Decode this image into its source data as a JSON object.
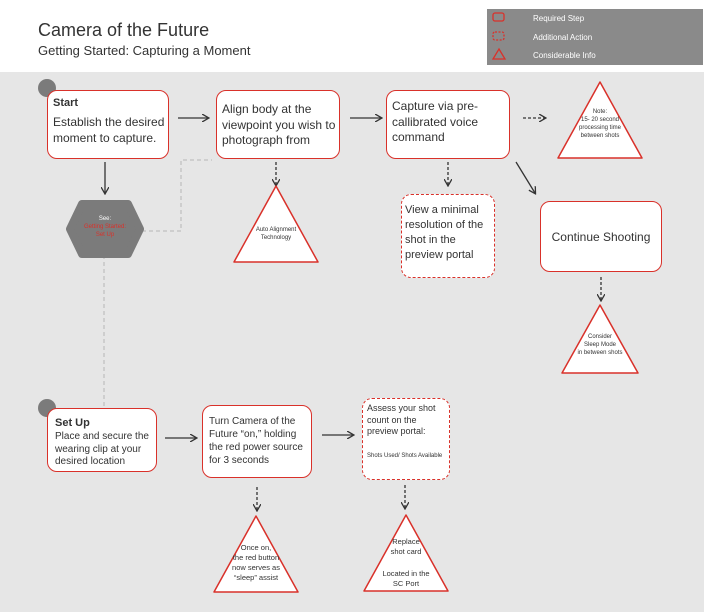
{
  "header": {
    "title": "Camera of the Future",
    "subtitle": "Getting Started: Capturing a Moment"
  },
  "legend": {
    "required": "Required Step",
    "additional": "Additional Action",
    "considerable": "Considerable Info"
  },
  "start": {
    "heading": "Start",
    "text": "Establish the desired moment to capture."
  },
  "align": {
    "text": "Align body at the viewpoint you wish to photograph from"
  },
  "capture": {
    "text": "Capture via pre-callibrated voice command"
  },
  "note": {
    "l1": "Note:",
    "l2": "15- 20 second",
    "l3": "processing time",
    "l4": "between shots"
  },
  "see": {
    "l1": "See:",
    "l2": "Getting Started:",
    "l3": "Set Up"
  },
  "auto": {
    "l1": "Auto Alignment",
    "l2": "Technology"
  },
  "view": {
    "text": "View a minimal resolution of the shot in the preview portal"
  },
  "continue": {
    "text": "Continue Shooting"
  },
  "sleep_note": {
    "l1": "Consider",
    "l2": "Sleep Mode",
    "l3": "in between shots"
  },
  "setup": {
    "heading": "Set Up",
    "text": "Place and secure the wearing clip at your desired location"
  },
  "turn_on": {
    "text": "Turn Camera of the Future “on,” holding the red power source for 3 seconds"
  },
  "assess": {
    "text": "Assess your shot count on the preview portal:",
    "small": "Shots Used/ Shots Available"
  },
  "once_on": {
    "l1": "Once on,",
    "l2": "the red button",
    "l3": "now serves as",
    "l4": "“sleep” assist"
  },
  "replace": {
    "l1": "Replace",
    "l2": "shot card",
    "l3": "Located in the",
    "l4": "SC Port"
  },
  "colors": {
    "accent": "#d9312a",
    "grey_node": "#7b7b7b",
    "canvas": "#e6e6e6",
    "legend_bg": "#8a8a8a"
  }
}
